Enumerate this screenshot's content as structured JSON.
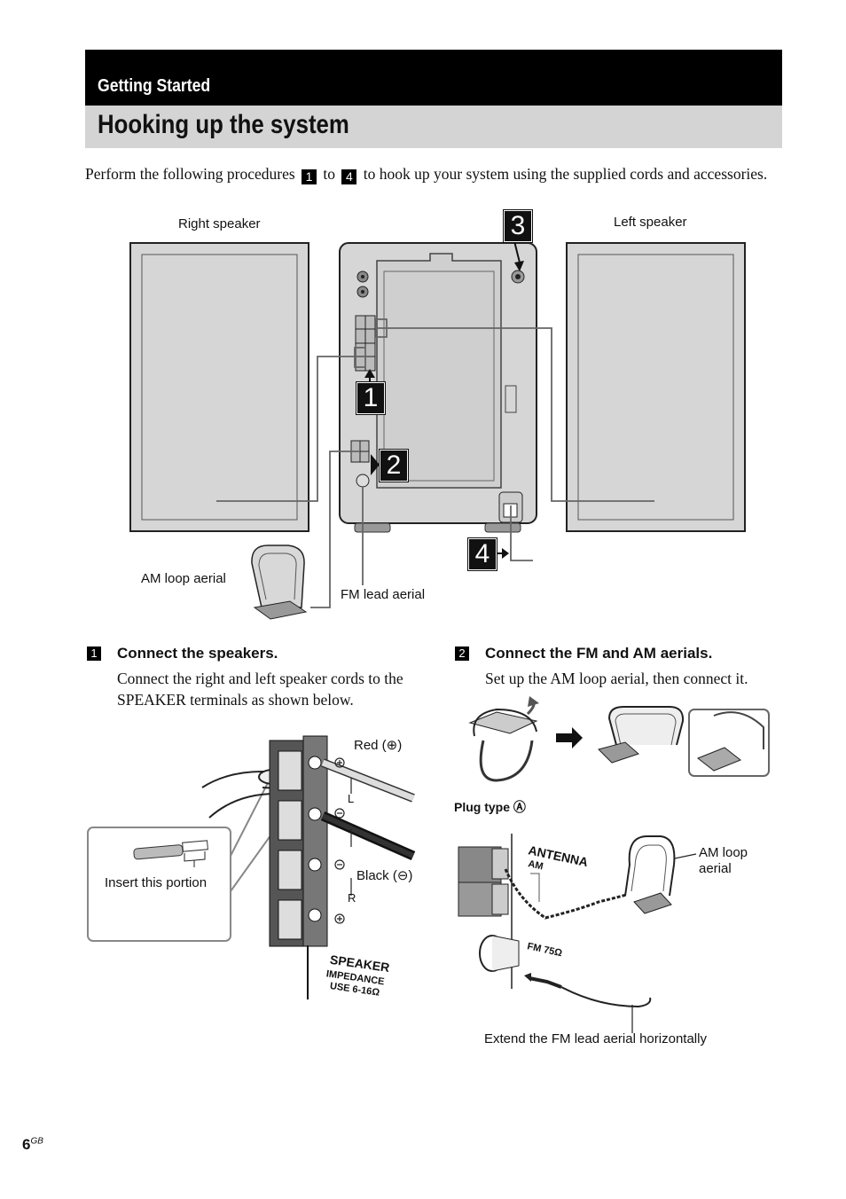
{
  "section": "Getting Started",
  "title": "Hooking up the system",
  "intro": {
    "before": "Perform the following procedures",
    "num_a": "1",
    "mid": "to",
    "num_b": "4",
    "after": "to hook up your system using the supplied cords and accessories."
  },
  "main_diagram": {
    "right_speaker": "Right speaker",
    "left_speaker": "Left speaker",
    "am_loop": "AM loop aerial",
    "fm_lead": "FM lead aerial",
    "callouts": [
      "1",
      "2",
      "3",
      "4"
    ]
  },
  "step1": {
    "num": "1",
    "heading": "Connect the speakers.",
    "body": "Connect the right and left speaker cords to the SPEAKER terminals as shown below.",
    "red": "Red (⊕)",
    "black": "Black (⊖)",
    "insert": "Insert this portion",
    "speaker_panel": [
      "SPEAKER",
      "IMPEDANCE",
      "USE 6-16Ω"
    ],
    "channel_l": "L",
    "channel_r": "R"
  },
  "step2": {
    "num": "2",
    "heading": "Connect the FM and AM aerials.",
    "body": "Set up the AM loop aerial, then connect it.",
    "plug_type": "Plug type Ⓐ",
    "antenna": "ANTENNA",
    "am": "AM",
    "fm": "FM 75Ω",
    "am_loop_line1": "AM loop",
    "am_loop_line2": "aerial",
    "extend": "Extend the FM lead aerial horizontally"
  },
  "page": {
    "number": "6",
    "suffix": "GB"
  }
}
